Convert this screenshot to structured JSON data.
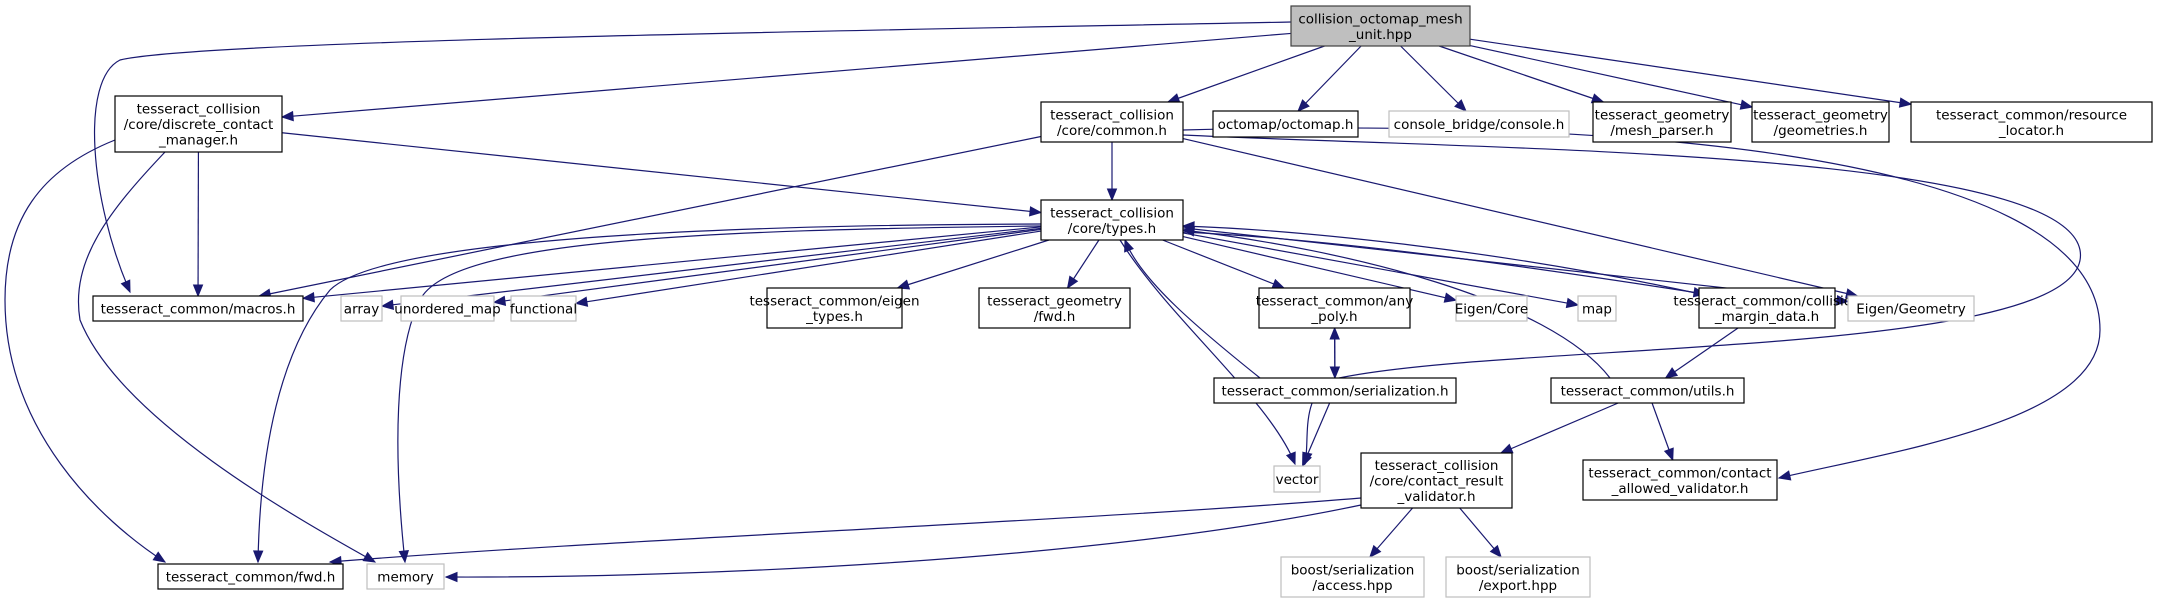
{
  "title": "collision_octomap_mesh_unit.hpp include dependency graph",
  "colors": {
    "edge": "#191970",
    "root_fill": "#bfbfbf",
    "node_border": "#000000",
    "external_border": "#bfbfbf"
  },
  "nodes": [
    {
      "id": "root",
      "kind": "root",
      "lines": [
        "collision_octomap_mesh",
        "_unit.hpp"
      ]
    },
    {
      "id": "dcm",
      "kind": "doc",
      "lines": [
        "tesseract_collision",
        "/core/discrete_contact",
        "_manager.h"
      ]
    },
    {
      "id": "common",
      "kind": "doc",
      "lines": [
        "tesseract_collision",
        "/core/common.h"
      ]
    },
    {
      "id": "octomap",
      "kind": "doc",
      "lines": [
        "octomap/octomap.h"
      ]
    },
    {
      "id": "console",
      "kind": "ext",
      "lines": [
        "console_bridge/console.h"
      ]
    },
    {
      "id": "mesh_parser",
      "kind": "doc",
      "lines": [
        "tesseract_geometry",
        "/mesh_parser.h"
      ]
    },
    {
      "id": "geometries",
      "kind": "doc",
      "lines": [
        "tesseract_geometry",
        "/geometries.h"
      ]
    },
    {
      "id": "resource",
      "kind": "doc",
      "lines": [
        "tesseract_common/resource",
        "_locator.h"
      ]
    },
    {
      "id": "types",
      "kind": "doc",
      "lines": [
        "tesseract_collision",
        "/core/types.h"
      ]
    },
    {
      "id": "macros",
      "kind": "doc",
      "lines": [
        "tesseract_common/macros.h"
      ]
    },
    {
      "id": "array",
      "kind": "ext",
      "lines": [
        "array"
      ]
    },
    {
      "id": "unordered_map",
      "kind": "ext",
      "lines": [
        "unordered_map"
      ]
    },
    {
      "id": "functional",
      "kind": "ext",
      "lines": [
        "functional"
      ]
    },
    {
      "id": "eigen_types",
      "kind": "doc",
      "lines": [
        "tesseract_common/eigen",
        "_types.h"
      ]
    },
    {
      "id": "geometry_fwd",
      "kind": "doc",
      "lines": [
        "tesseract_geometry",
        "/fwd.h"
      ]
    },
    {
      "id": "any_poly",
      "kind": "doc",
      "lines": [
        "tesseract_common/any",
        "_poly.h"
      ]
    },
    {
      "id": "eigen_core",
      "kind": "ext",
      "lines": [
        "Eigen/Core"
      ]
    },
    {
      "id": "map",
      "kind": "ext",
      "lines": [
        "map"
      ]
    },
    {
      "id": "collision_margin",
      "kind": "doc",
      "lines": [
        "tesseract_common/collision",
        "_margin_data.h"
      ]
    },
    {
      "id": "eigen_geometry",
      "kind": "ext",
      "lines": [
        "Eigen/Geometry"
      ]
    },
    {
      "id": "serialization",
      "kind": "doc",
      "lines": [
        "tesseract_common/serialization.h"
      ]
    },
    {
      "id": "utils",
      "kind": "doc",
      "lines": [
        "tesseract_common/utils.h"
      ]
    },
    {
      "id": "vector",
      "kind": "ext",
      "lines": [
        "vector"
      ]
    },
    {
      "id": "crv",
      "kind": "doc",
      "lines": [
        "tesseract_collision",
        "/core/contact_result",
        "_validator.h"
      ]
    },
    {
      "id": "cav",
      "kind": "doc",
      "lines": [
        "tesseract_common/contact",
        "_allowed_validator.h"
      ]
    },
    {
      "id": "common_fwd",
      "kind": "doc",
      "lines": [
        "tesseract_common/fwd.h"
      ]
    },
    {
      "id": "memory",
      "kind": "ext",
      "lines": [
        "memory"
      ]
    },
    {
      "id": "boost_access",
      "kind": "ext",
      "lines": [
        "boost/serialization",
        "/access.hpp"
      ]
    },
    {
      "id": "boost_export",
      "kind": "ext",
      "lines": [
        "boost/serialization",
        "/export.hpp"
      ]
    }
  ],
  "edges": [
    [
      "root",
      "dcm"
    ],
    [
      "root",
      "common"
    ],
    [
      "root",
      "octomap"
    ],
    [
      "root",
      "console"
    ],
    [
      "root",
      "mesh_parser"
    ],
    [
      "root",
      "geometries"
    ],
    [
      "root",
      "resource"
    ],
    [
      "root",
      "macros"
    ],
    [
      "dcm",
      "types"
    ],
    [
      "dcm",
      "macros"
    ],
    [
      "dcm",
      "common_fwd"
    ],
    [
      "dcm",
      "memory"
    ],
    [
      "common",
      "types"
    ],
    [
      "common",
      "macros"
    ],
    [
      "common",
      "eigen_geometry"
    ],
    [
      "common",
      "vector"
    ],
    [
      "common",
      "cav"
    ],
    [
      "types",
      "macros"
    ],
    [
      "types",
      "array"
    ],
    [
      "types",
      "unordered_map"
    ],
    [
      "types",
      "functional"
    ],
    [
      "types",
      "eigen_types"
    ],
    [
      "types",
      "geometry_fwd"
    ],
    [
      "types",
      "any_poly"
    ],
    [
      "types",
      "eigen_core"
    ],
    [
      "types",
      "map"
    ],
    [
      "types",
      "collision_margin"
    ],
    [
      "types",
      "eigen_geometry"
    ],
    [
      "types",
      "vector"
    ],
    [
      "types",
      "memory"
    ],
    [
      "types",
      "common_fwd"
    ],
    [
      "any_poly",
      "serialization"
    ],
    [
      "serialization",
      "any_poly"
    ],
    [
      "serialization",
      "types"
    ],
    [
      "serialization",
      "vector"
    ],
    [
      "collision_margin",
      "types"
    ],
    [
      "collision_margin",
      "utils"
    ],
    [
      "utils",
      "types"
    ],
    [
      "utils",
      "crv"
    ],
    [
      "utils",
      "cav"
    ],
    [
      "crv",
      "common_fwd"
    ],
    [
      "crv",
      "memory"
    ],
    [
      "crv",
      "boost_access"
    ],
    [
      "crv",
      "boost_export"
    ]
  ]
}
